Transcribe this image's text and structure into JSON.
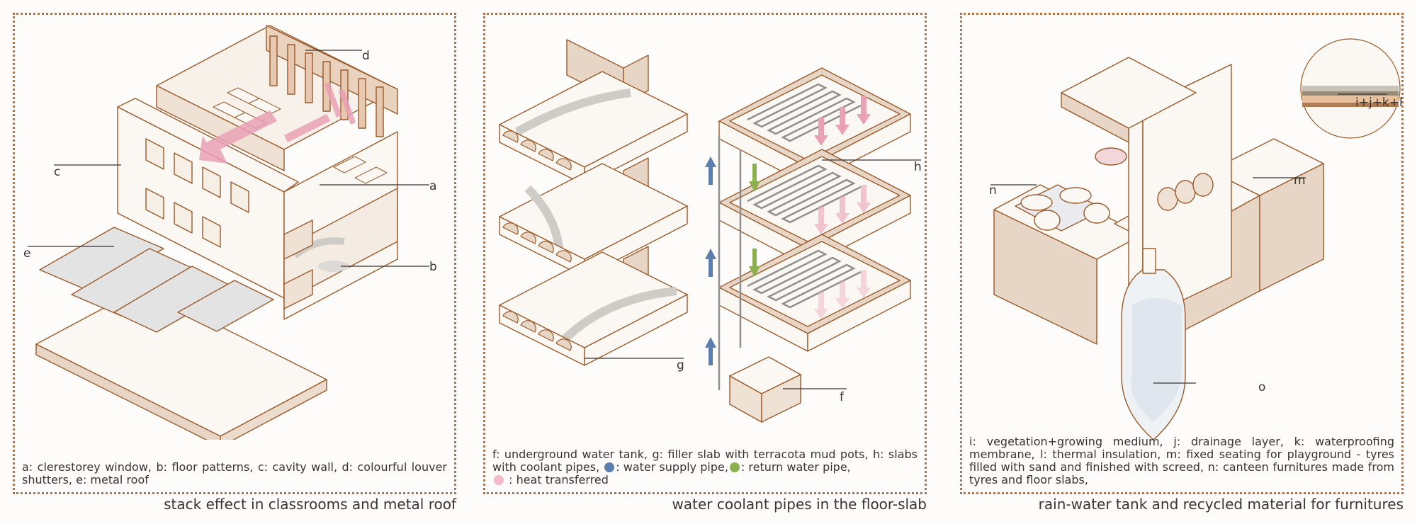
{
  "panels": [
    {
      "caption": "stack effect in classrooms and metal roof",
      "legend": "a: clerestorey window, b: floor patterns, c: cavity wall, d: colourful louver shutters, e: metal roof",
      "labels": {
        "a": "a",
        "b": "b",
        "c": "c",
        "d": "d",
        "e": "e"
      }
    },
    {
      "caption": "water coolant pipes in the floor-slab",
      "legend_part1": "f: underground water tank, g: filler slab with terracota mud pots, h: slabs with coolant pipes,",
      "legend_part2": ": water supply pipe,",
      "legend_part3": ": return water pipe,",
      "legend_part4": ": heat transferred",
      "labels": {
        "f": "f",
        "g": "g",
        "h": "h"
      }
    },
    {
      "caption": "rain-water tank and recycled material for furnitures",
      "legend": "i: vegetation+growing medium, j: drainage layer, k: waterproofing membrane, l: thermal insulation, m: fixed seating for playground - tyres filled with sand and finished with screed, n: canteen furnitures made from tyres and floor slabs,",
      "labels": {
        "ijkl": "i+j+k+l",
        "m": "m",
        "n": "n",
        "o": "o"
      }
    }
  ],
  "colors": {
    "outline": "#9a5a2a",
    "slab": "#e7d6c6",
    "pink": "#e9a1b5",
    "blue": "#5b7eaf",
    "green": "#8db04e",
    "border": "#b0734a"
  }
}
